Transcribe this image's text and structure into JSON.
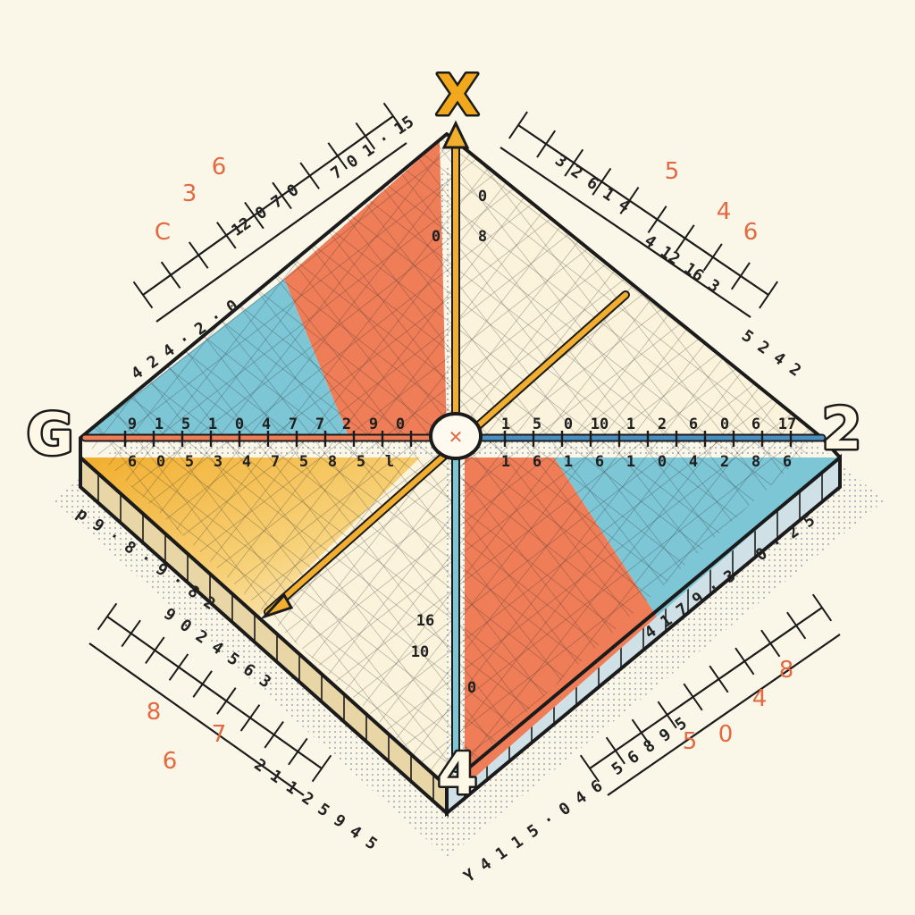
{
  "labels": {
    "top": "X",
    "left": "G",
    "right": "2",
    "bottom": "4"
  },
  "center_mark": "✕",
  "horizontal_axis": {
    "left_upper": [
      "9",
      "1",
      "5",
      "1",
      "0",
      "4",
      "7",
      "7",
      "2",
      "9",
      "0"
    ],
    "left_lower": [
      "6",
      "0",
      "5",
      "3",
      "4",
      "7",
      "5",
      "8",
      "5",
      "l"
    ],
    "right_upper": [
      "1",
      "5",
      "0",
      "10",
      "1",
      "2",
      "6",
      "0",
      "6",
      "17"
    ],
    "right_lower": [
      "1",
      "6",
      "1",
      "6",
      "1",
      "0",
      "4",
      "2",
      "8",
      "6"
    ]
  },
  "vertical_axis_numbers": [
    "0",
    "8",
    "0",
    "10",
    "16",
    "0"
  ],
  "outer_number_rows": [
    "7 0 1 · 15",
    "12 0 7 0",
    "4 2 4 · 2 · 0",
    "3 2 6 1 4",
    "4 12 16 3",
    "5 2 4 2",
    "p 9 · 8 · 9 · 8 2",
    "9 0 2 4 5 6 3",
    "4 1 7 9 · 3 · 0 · 2 5",
    "Y 4 1 1 5 · 0 4 6",
    "2 1 1 2 5 9 4 5",
    "5 6 8 9 5"
  ],
  "red_numbers": [
    "3",
    "6",
    "C",
    "5",
    "4",
    "6",
    "8",
    "6",
    "7",
    "5",
    "0",
    "4",
    "8"
  ],
  "colors": {
    "background": "#fbf7e8",
    "orange": "#ef7d57",
    "blue": "#7cc6d6",
    "yellow": "#f2ae2e",
    "cream": "#fbf3dc",
    "ink": "#1b1b1b",
    "accent_red": "#e26a43"
  }
}
